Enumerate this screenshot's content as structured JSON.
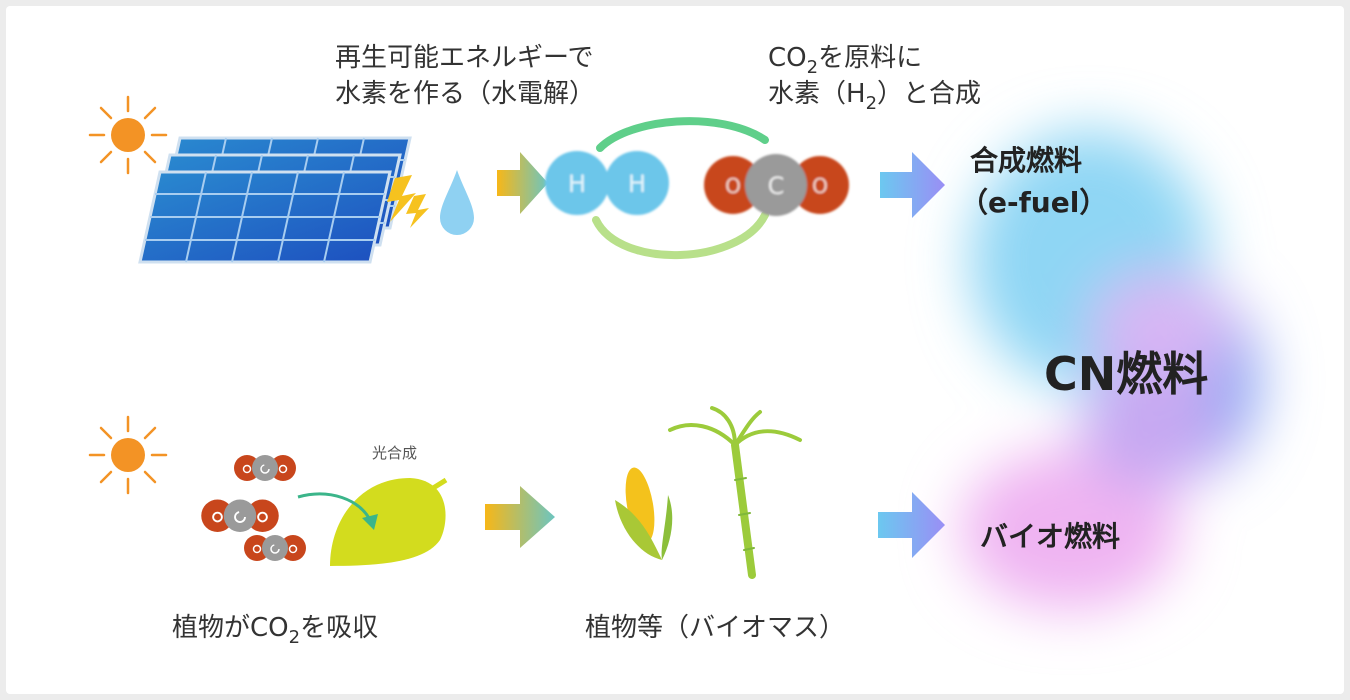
{
  "top": {
    "step1_line1": "再生可能エネルギーで",
    "step1_line2": "水素を作る（水電解）",
    "step2_line1_pre": "CO",
    "step2_line1_sub": "2",
    "step2_line1_post": "を原料に",
    "step2_line2_pre": "水素（H",
    "step2_line2_sub": "2",
    "step2_line2_post": "）と合成",
    "result_line1": "合成燃料",
    "result_line2": "（e-fuel）",
    "h_atom": "H",
    "c_atom": "C",
    "o_atom": "O"
  },
  "center": {
    "label": "CN燃料"
  },
  "bottom": {
    "photosynthesis": "光合成",
    "caption1_pre": "植物がCO",
    "caption1_sub": "2",
    "caption1_post": "を吸収",
    "caption2": "植物等（バイオマス）",
    "result": "バイオ燃料"
  },
  "colors": {
    "h_blue": "#6cc6ea",
    "o_red": "#c8461c",
    "c_gray": "#9a9a9a",
    "sun": "#f39325",
    "leaf": "#d3dc1e",
    "panel": "#2a66c4"
  }
}
